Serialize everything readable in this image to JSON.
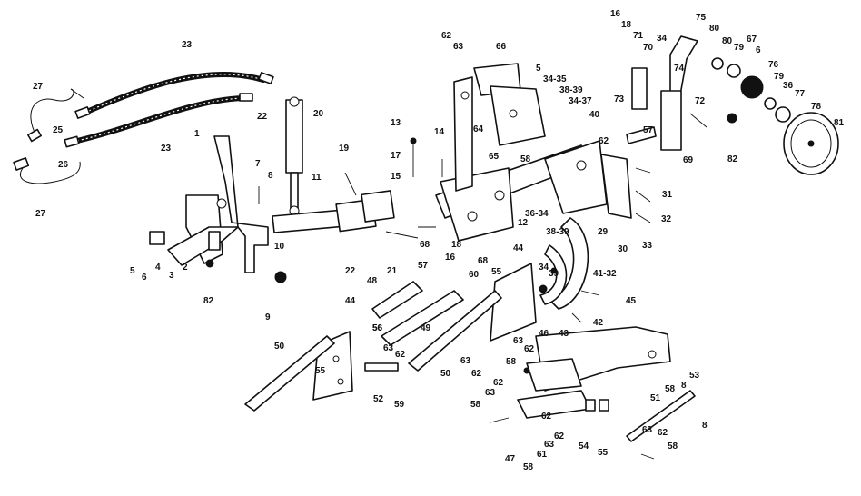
{
  "labels": [
    "23",
    "27",
    "25",
    "26",
    "23",
    "27",
    "1",
    "22",
    "20",
    "7",
    "8",
    "19",
    "11",
    "13",
    "17",
    "15",
    "14",
    "62",
    "63",
    "66",
    "5",
    "34-35",
    "38-39",
    "34-37",
    "40",
    "65",
    "64",
    "58",
    "16",
    "18",
    "71",
    "70",
    "34",
    "74",
    "75",
    "80",
    "67",
    "6",
    "79",
    "76",
    "79",
    "36",
    "77",
    "78",
    "81",
    "73",
    "57",
    "62",
    "72",
    "69",
    "82",
    "31",
    "32",
    "33",
    "30",
    "36-34",
    "12",
    "38-39",
    "29",
    "34",
    "39",
    "41-32",
    "42",
    "43",
    "45",
    "44",
    "60",
    "55",
    "48",
    "56",
    "49",
    "50",
    "63",
    "62",
    "57",
    "68",
    "18",
    "16",
    "68",
    "21",
    "22",
    "10",
    "9",
    "82",
    "5",
    "6",
    "4",
    "3",
    "2",
    "44",
    "55",
    "50",
    "63",
    "62",
    "52",
    "59",
    "56",
    "62",
    "58",
    "63",
    "62",
    "46",
    "58",
    "63",
    "62",
    "58",
    "62",
    "63",
    "61",
    "47",
    "58",
    "54",
    "55",
    "51",
    "63",
    "62",
    "58",
    "53",
    "8",
    "8"
  ]
}
